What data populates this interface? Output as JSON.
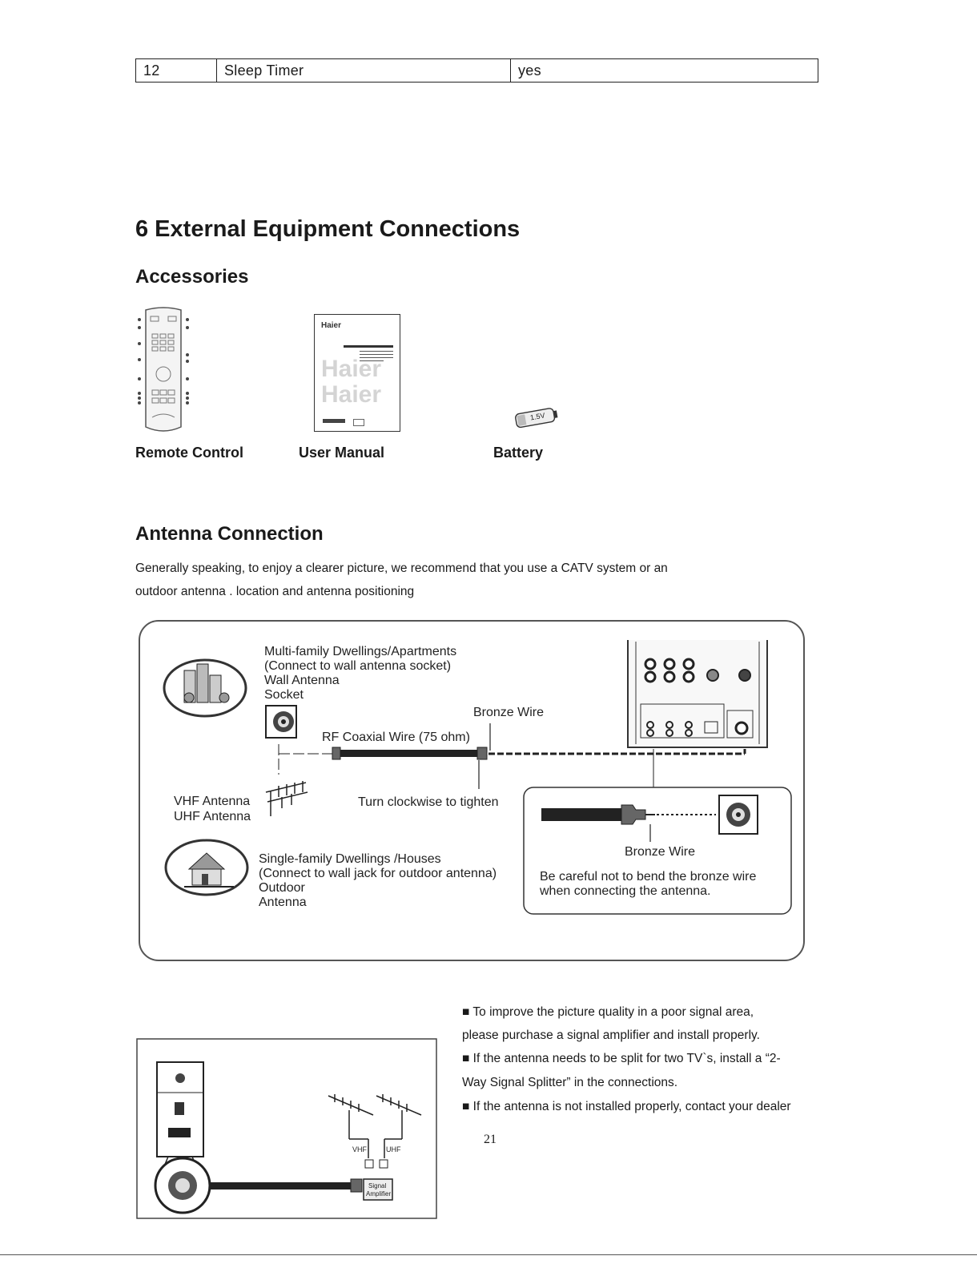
{
  "spec_row": {
    "num": "12",
    "feature": "Sleep Timer",
    "value": "yes"
  },
  "section_title": "6 External Equipment Connections",
  "accessories": {
    "heading": "Accessories",
    "items": [
      {
        "label": "Remote Control",
        "icon": "remote-control-icon"
      },
      {
        "label": "User Manual",
        "icon": "user-manual-icon"
      },
      {
        "label": "Battery",
        "icon": "battery-icon"
      }
    ],
    "manual_brand": "Haier",
    "battery_text": "1.5V"
  },
  "antenna": {
    "heading": "Antenna Connection",
    "intro_line1": "Generally speaking, to enjoy a clearer picture, we recommend that you use a CATV system or an",
    "intro_line2": "outdoor antenna . location and antenna positioning"
  },
  "diagram": {
    "multi_family_1": "Multi-family Dwellings/Apartments",
    "multi_family_2": "(Connect to wall antenna socket)",
    "wall_antenna_1": "Wall Antenna",
    "wall_antenna_2": "Socket",
    "bronze_wire_top": "Bronze Wire",
    "rf_coax": "RF Coaxial Wire (75 ohm)",
    "vhf_antenna": "VHF Antenna",
    "uhf_antenna": "UHF Antenna",
    "turn_clockwise": "Turn clockwise to tighten",
    "single_family_1": "Single-family Dwellings /Houses",
    "single_family_2": "(Connect to wall jack for outdoor antenna)",
    "outdoor_1": "Outdoor",
    "outdoor_2": "Antenna",
    "bronze_wire_inset": "Bronze Wire",
    "careful_1": "Be careful not to bend the bronze wire",
    "careful_2": "when connecting the antenna."
  },
  "amp_diagram": {
    "vhf": "VHF",
    "uhf": "UHF",
    "amp_1": "Signal",
    "amp_2": "Amplifier"
  },
  "notes": [
    "■ To improve the picture quality in a poor signal area,",
    "please purchase a signal amplifier and install properly.",
    "■ If the antenna needs to be split for two TV`s, install a “2-",
    "Way Signal Splitter” in the connections.",
    "■ If the antenna is not installed properly, contact your dealer"
  ],
  "page_number": "21"
}
